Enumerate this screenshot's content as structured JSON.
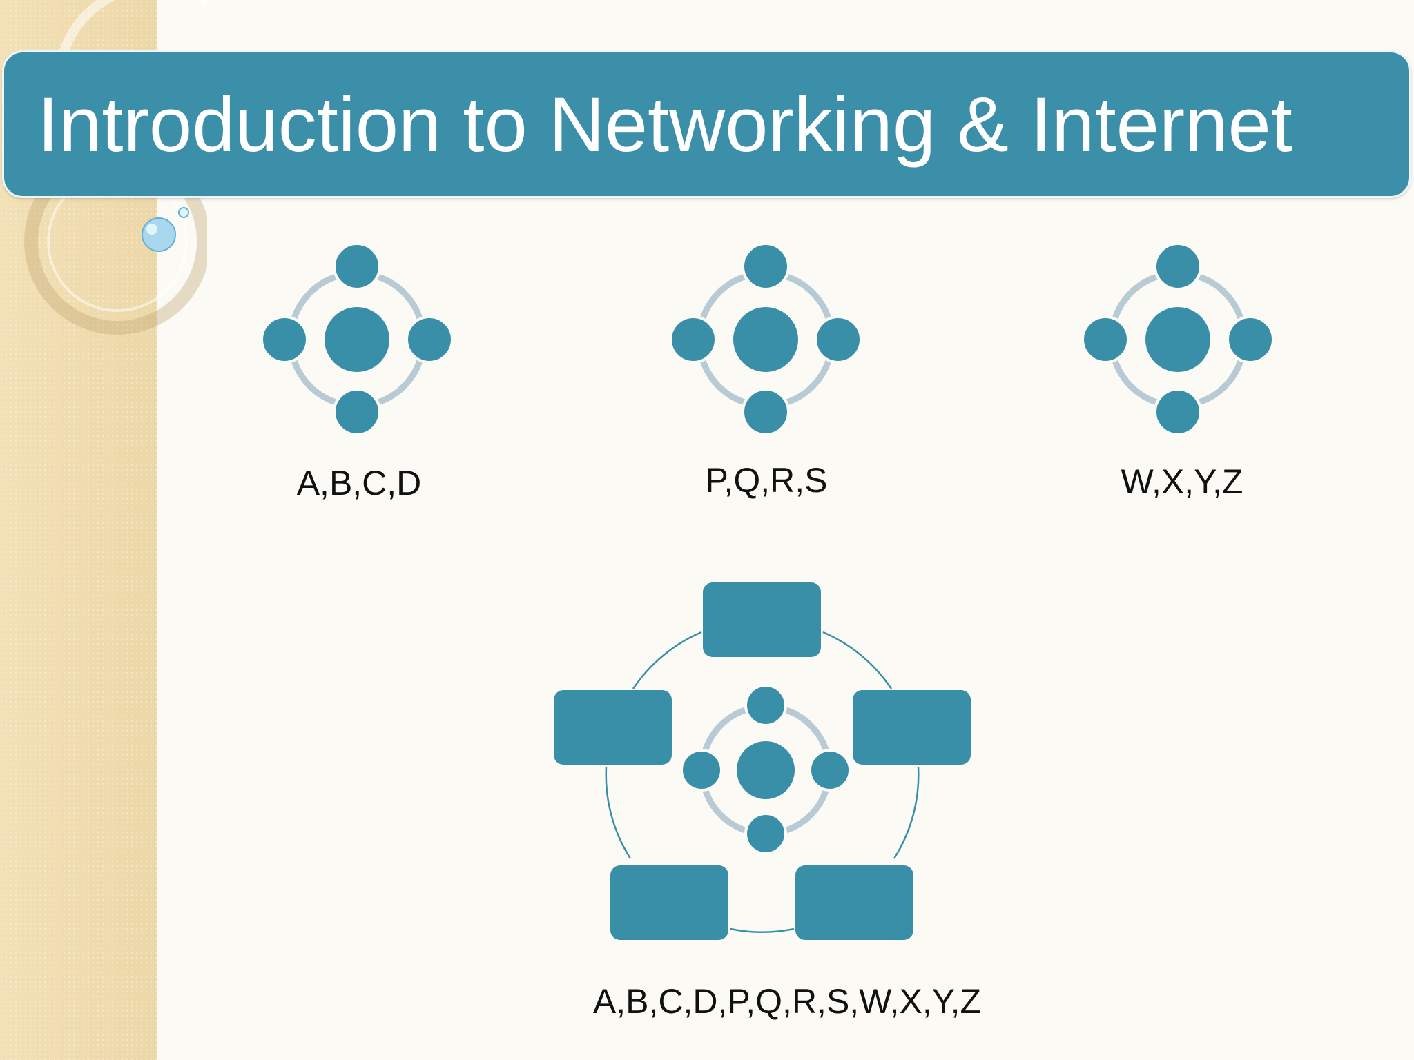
{
  "slide": {
    "title": "Introduction to Networking & Internet"
  },
  "clusters": [
    {
      "label": "A,B,C,D"
    },
    {
      "label": "P,Q,R,S"
    },
    {
      "label": "W,X,Y,Z"
    }
  ],
  "combined": {
    "label": "A,B,C,D,P,Q,R,S,W,X,Y,Z"
  },
  "colors": {
    "node": "#3a8fa8",
    "ring": "#b8cad3",
    "connector": "#3a8fa8",
    "band": "#efdcb0",
    "banner": "#3c8fa8"
  }
}
